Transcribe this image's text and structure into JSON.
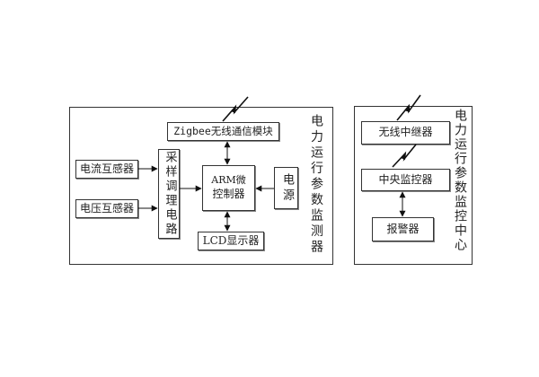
{
  "monitor": {
    "title": "电力运行参数监测器",
    "zigbee": "Zigbee无线通信模块",
    "current_sensor": "电流互感器",
    "voltage_sensor": "电压互感器",
    "conditioning": "采样调理电路",
    "mcu_line1": "ARM微",
    "mcu_line2": "控制器",
    "power": "电源",
    "lcd": "LCD显示器"
  },
  "center": {
    "title": "电力运行参数监控中心",
    "relay": "无线中继器",
    "central": "中央监控器",
    "alarm": "报警器"
  }
}
